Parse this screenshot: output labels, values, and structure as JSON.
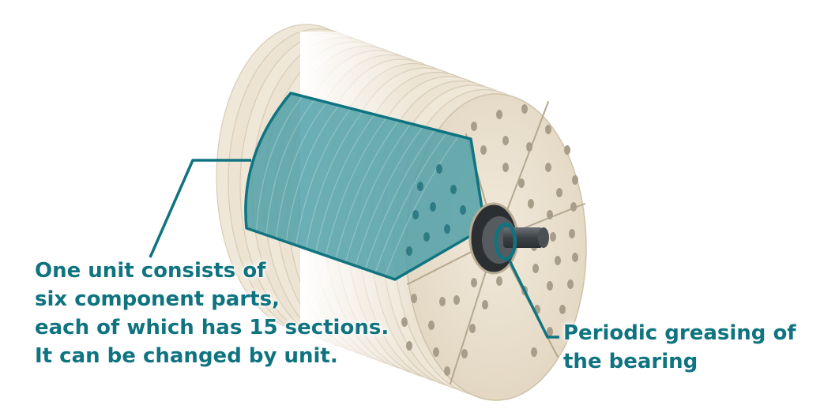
{
  "callouts": {
    "unit": {
      "lines": [
        "One unit consists of",
        "six component parts,",
        "each of which has 15 sections.",
        "It can be changed by unit."
      ]
    },
    "bearing": {
      "lines": [
        "Periodic greasing of",
        "the bearing"
      ]
    }
  },
  "colors": {
    "accent": "#0f7480",
    "highlight_fill": "#4a9ea6",
    "disc_face": "#ece3d3",
    "disc_edge": "#d8ccb7",
    "hole": "#a89d89",
    "shaft": "#4b5054"
  }
}
